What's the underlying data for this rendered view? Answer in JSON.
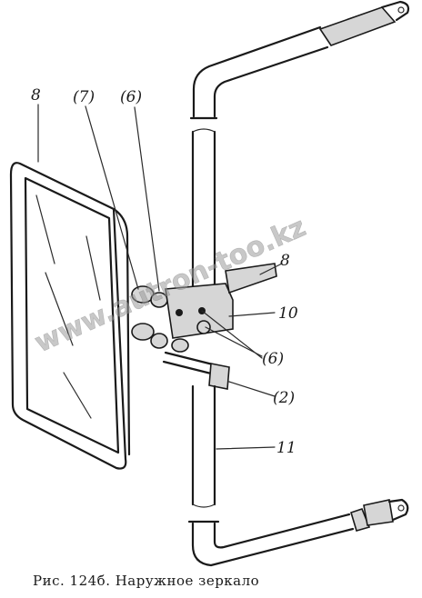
{
  "figure": {
    "caption": "Рис. 124б. Наружное зеркало",
    "watermark": "www.autron-too.kz",
    "callouts": {
      "mirror": "8",
      "washer_left": "(7)",
      "washer_top": "(6)",
      "bracket": "8",
      "nut_10": "10",
      "washers_right": "(6)",
      "bolt": "(2)",
      "rod": "11"
    }
  }
}
